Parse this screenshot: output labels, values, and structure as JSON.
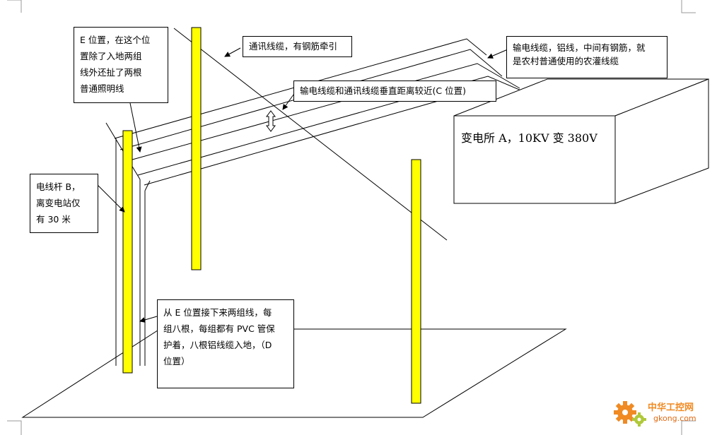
{
  "callouts": {
    "comm_cable": "通讯线缆，有钢筋牵引",
    "power_cable": [
      "输电线缆，铝线，中间有钢筋，就",
      "是农村普通使用的农灌线缆"
    ],
    "vertical_distance": "输电线缆和通讯线缆垂直距离较近(C 位置)",
    "position_e": [
      "E 位置，在这个位",
      "置除了入地两组",
      "线外还扯了两根",
      "普通照明线"
    ],
    "pole_b": [
      "电线杆 B，",
      "离变电站仅",
      "有 30 米"
    ],
    "position_d": [
      "从 E 位置接下来两组线，每",
      "组八根，每组都有 PVC 管保",
      "护着，八根铝线缆入地，（D",
      "位置）"
    ]
  },
  "substation_label": "变电所 A，10KV 变 380V",
  "watermark": {
    "name": "中华工控网",
    "domain": "gkong.com"
  },
  "colors": {
    "pole_fill": "#ffff00",
    "line": "#000000",
    "watermark": "#f08a22"
  }
}
